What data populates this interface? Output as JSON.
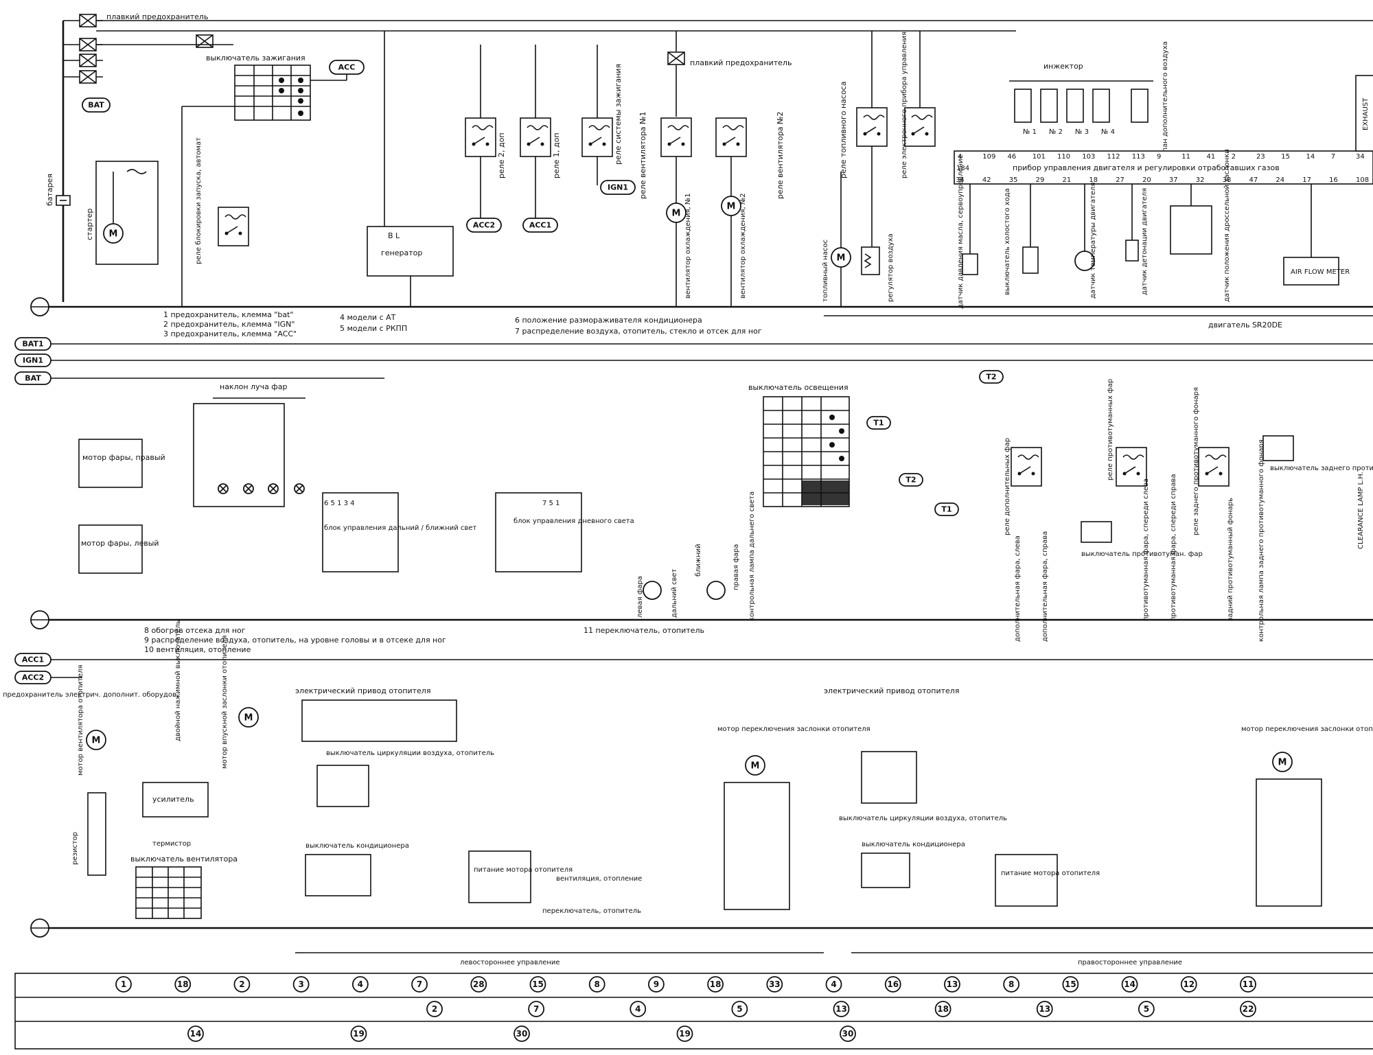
{
  "colors": {
    "ink": "#111111",
    "paper": "#ffffff"
  },
  "top": {
    "fuse_link_label": "плавкий предохранитель",
    "ignition_switch_label": "выключатель зажигания",
    "bat_label": "BAT",
    "acc_label": "ACC",
    "battery_label": "батарея",
    "starter_label": "стартер",
    "start_interlock_relay_label": "реле блокировки запуска, автомат",
    "generator_label": "генератор",
    "generator_pins": "B    L",
    "relay2_label": "реле 2, доп",
    "relay1_label": "реле 1, доп",
    "ignition_relay_label": "реле системы зажигания",
    "acc2_label": "ACC2",
    "acc1_label": "ACC1",
    "ign1_label": "IGN1",
    "fusible_link_label": "плавкий предохранитель",
    "fan_relay1_label": "реле вентилятора №1",
    "fan_relay2_label": "реле вентилятора №2",
    "fan1_label": "вентилятор охлаждения, №1",
    "fan2_label": "вентилятор охлаждения, №2",
    "fuel_pump_relay_label": "реле топливного насоса",
    "fuel_pump_label": "топливный насос",
    "air_regulator_label": "регулятор воздуха",
    "ecu_relay_label": "реле электронного прибора управления",
    "injector_label": "инжектор",
    "injectors": [
      "№ 1",
      "№ 2",
      "№ 3",
      "№ 4"
    ],
    "aux_air_valve_label": "клапан дополнительного воздуха",
    "ecu_label": "прибор управления двигателя и регулировки отработавших газов",
    "ecu_pins_top": [
      "4",
      "109",
      "46",
      "101",
      "110",
      "103",
      "112",
      "113",
      "9",
      "11",
      "41",
      "2",
      "23",
      "15",
      "14",
      "7",
      "34"
    ],
    "ecu_pins_bottom": [
      "34",
      "42",
      "35",
      "29",
      "21",
      "18",
      "27",
      "20",
      "37",
      "32",
      "38",
      "47",
      "24",
      "17",
      "16",
      "108"
    ],
    "ecu_pin_184": "184",
    "oil_pressure_label": "датчик давления масла, сервоуправление",
    "idle_switch_label": "выключатель холостого хода",
    "temp_sensor_label": "датчик температуры двигателя",
    "knock_sensor_label": "датчик детонации двигателя",
    "throttle_sensor_label": "датчик положения дроссельной заслонки",
    "air_flow_meter_label": "AIR FLOW METER",
    "exhaust_label": "EXHAUST",
    "engine_label": "двигатель SR20DE",
    "notes_col1": [
      "1   предохранитель, клемма \"bat\"",
      "2   предохранитель, клемма \"IGN\"",
      "3   предохранитель, клемма \"ACC\""
    ],
    "notes_col2": [
      "4   модели с АТ",
      "5   модели с РКПП"
    ],
    "notes_col3": [
      "6   положение размораживателя кондиционера",
      "7   распределение воздуха, отопитель, стекло и отсек для ног"
    ]
  },
  "middle": {
    "bat1_label": "BAT1",
    "ign1_label": "IGN1",
    "bat_label": "BAT",
    "headlight_tilt_label": "наклон луча фар",
    "motor_right_label": "мотор фары, правый",
    "motor_left_label": "мотор фары, левый",
    "hl_control_label": "блок управления дальний / ближний свет",
    "hl_control_pins": "6 5 1 3 4",
    "dl_control_label": "блок управления дневного света",
    "dl_control_pins": "7 5 1",
    "light_switch_label": "выключатель освещения",
    "left_headlight_label": "левая фара",
    "right_headlight_label": "правая фара",
    "high_beam_label": "дальний свет",
    "low_beam_label": "ближний",
    "high_beam_lamp_label": "контрольная лампа дальнего света",
    "aux_lamp_relay_label": "реле дополнительных фар",
    "aux_left_label": "дополнительная фара, слева",
    "aux_right_label": "дополнительная фара, справа",
    "fog_relay_label": "реле противотуманных фар",
    "fog_switch_label": "выключатель противотуман. фар",
    "fog_front_left_label": "противотуманная фара, спереди слева",
    "fog_front_right_label": "противотуманная фара, спереди справа",
    "rear_fog_relay_label": "реле заднего противотуманного фонаря",
    "rear_fog_label": "задний противотуманный фонарь",
    "rear_fog_lamp_label": "контрольная лампа заднего противотуманного фонаря",
    "rear_fog_switch_label": "выключатель заднего противотуманного фонаря",
    "clearance_lamp_label": "CLEARANCE LAMP L.H.",
    "t1": "T1",
    "t2": "T2",
    "notes_col1": [
      "8   обогрев отсека для ног",
      "9   распределение воздуха, отопитель, на уровне головы и в отсеке для ног",
      "10  вентиляция, отопление"
    ],
    "notes_col2": [
      "11   переключатель, отопитель"
    ]
  },
  "bottom": {
    "acc1_label": "ACC1",
    "acc2_label": "ACC2",
    "aux_fuse_label": "предохранитель электрич. дополнит. оборудов.",
    "blower_motor_label": "мотор вентилятора отопителя",
    "resistor_label": "резистор",
    "fan_switch_label": "выключатель вентилятора",
    "double_switch_label": "двойной нажимной выключатель",
    "amplifier_label": "усилитель",
    "thermistor_label": "термистор",
    "intake_motor_label": "мотор впускной заслонки отопителя",
    "heater_drive_left_label": "электрический привод отопителя",
    "heater_drive_right_label": "электрический привод отопителя",
    "recirc_switch_label": "выключатель циркуляции воздуха, отопитель",
    "ac_switch_label": "выключатель кондиционера",
    "heater_motor_power_label": "питание мотора отопителя",
    "ventilation_label": "вентиляция, отопление",
    "switch_heater_label": "переключатель, отопитель",
    "flap_motor_label": "мотор переключения заслонки отопителя",
    "lhd_label": "левостороннее управление",
    "rhd_label": "правостороннее управление"
  },
  "bus_markers": {
    "row1": [
      "1",
      "18",
      "2",
      "3",
      "4",
      "7",
      "28",
      "15",
      "8",
      "9",
      "18",
      "33",
      "4",
      "16",
      "13",
      "8",
      "15",
      "14",
      "12",
      "11"
    ],
    "row2": [
      "2",
      "7",
      "4",
      "5",
      "13",
      "18",
      "13",
      "5",
      "22"
    ],
    "row3": [
      "14",
      "19",
      "30",
      "19",
      "30"
    ]
  }
}
